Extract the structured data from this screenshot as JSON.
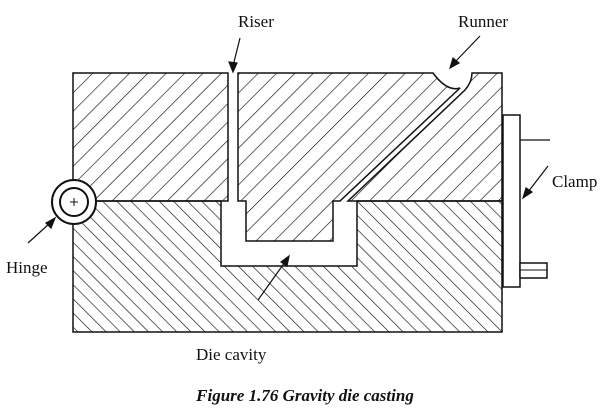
{
  "labels": {
    "riser": "Riser",
    "runner": "Runner",
    "clamp": "Clamp",
    "hinge": "Hinge",
    "die_cavity": "Die cavity"
  },
  "caption": "Figure 1.76 Gravity die casting"
}
